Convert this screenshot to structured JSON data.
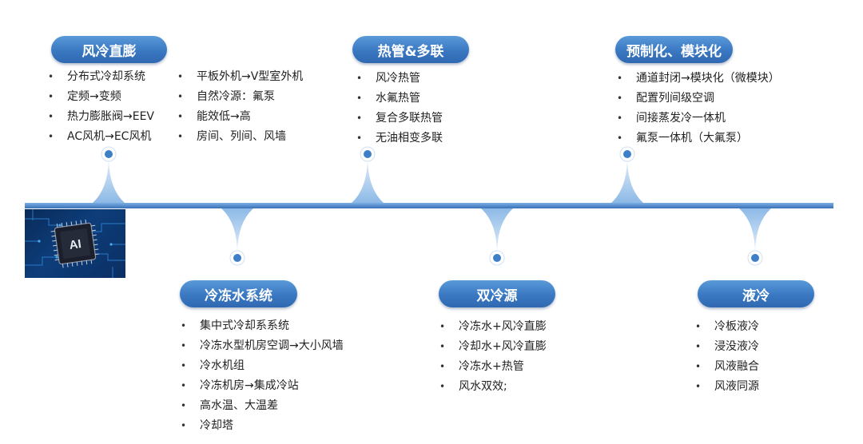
{
  "colors": {
    "accent": "#3a78c2",
    "pill_text": "#ffffff",
    "timeline": "#4f86c6",
    "text": "#222222"
  },
  "diagram": {
    "type": "timeline",
    "stages": [
      {
        "title": "风冷直膨",
        "items": [
          "分布式冷却系统",
          "定频→变频",
          "热力膨胀阀→EEV",
          "AC风机→EC风机"
        ],
        "items2": [
          "平板外机→V型室外机",
          "自然冷源：氟泵",
          "能效低→高",
          "房间、列间、风墙"
        ]
      },
      {
        "title": "冷冻水系统",
        "items": [
          "集中式冷却系系统",
          "冷冻水型机房空调→大小风墙",
          "冷水机组",
          "冷冻机房→集成冷站",
          "高水温、大温差",
          "冷却塔"
        ]
      },
      {
        "title": "热管&多联",
        "items": [
          "风冷热管",
          "水氟热管",
          "复合多联热管",
          "无油相变多联"
        ]
      },
      {
        "title": "双冷源",
        "items": [
          "冷冻水+风冷直膨",
          "冷却水+风冷直膨",
          "冷冻水+热管",
          "风水双效;"
        ]
      },
      {
        "title": "预制化、模块化",
        "items": [
          "通道封闭→模块化（微模块）",
          "配置列间级空调",
          "间接蒸发冷一体机",
          "氟泵一体机（大氟泵）"
        ]
      },
      {
        "title": "液冷",
        "items": [
          "冷板液冷",
          "浸没液冷",
          "风液融合",
          "风液同源"
        ]
      }
    ],
    "chip_label": "AI"
  }
}
